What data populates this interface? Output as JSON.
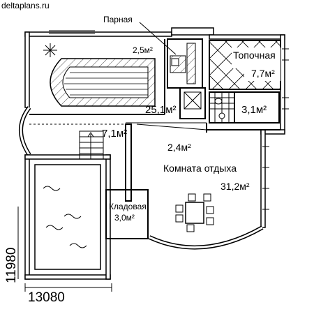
{
  "watermark": "deltaplans.ru",
  "rooms": {
    "sauna_label": "Парная",
    "sauna_area": "2,5м²",
    "boiler_label": "Топочная",
    "boiler_area": "7,7м²",
    "pool_hall_area": "25,1м²",
    "bath_area": "3,1м²",
    "stair_hall_area": "7,1м²",
    "corridor_area": "2,4м²",
    "lounge_label": "Комната отдыха",
    "lounge_area": "31,2м²",
    "storage_label": "Кладовая",
    "storage_area": "3,0м²"
  },
  "dimensions": {
    "width": "13080",
    "height": "11980"
  }
}
